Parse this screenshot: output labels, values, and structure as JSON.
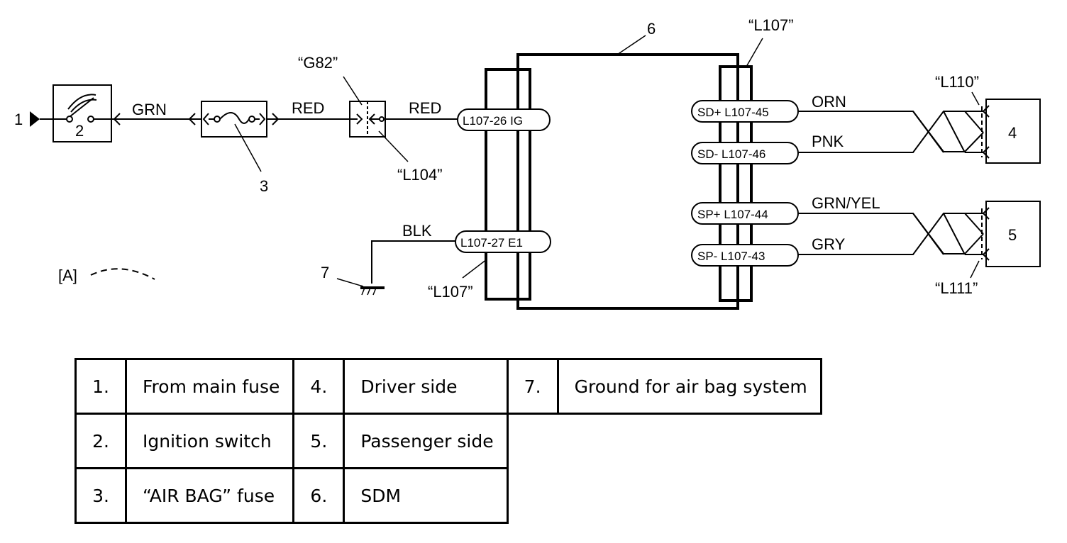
{
  "diagram": {
    "callouts": {
      "c1": "1",
      "c2": "2",
      "c3": "3",
      "c4": "4",
      "c5": "5",
      "c6": "6",
      "c7": "7"
    },
    "wires": {
      "grn": "GRN",
      "red_left": "RED",
      "red_right": "RED",
      "blk": "BLK",
      "orn": "ORN",
      "pnk": "PNK",
      "grn_yel": "GRN/YEL",
      "gry": "GRY"
    },
    "connectors": {
      "g82": "“G82”",
      "l104": "“L104”",
      "l107_top": "“L107”",
      "l107_bottom": "“L107”",
      "l110": "“L110”",
      "l111": "“L111”"
    },
    "pins": {
      "ig": "L107-26  IG",
      "e1": "L107-27  E1",
      "sd_plus": "SD+ L107-45",
      "sd_minus": "SD-  L107-46",
      "sp_plus": "SP+ L107-44",
      "sp_minus": "SP-  L107-43"
    },
    "shield_legend": "[A]"
  },
  "legend": [
    [
      {
        "num": "1.",
        "desc": "From main fuse"
      },
      {
        "num": "4.",
        "desc": "Driver side"
      },
      {
        "num": "7.",
        "desc": "Ground for air bag system"
      }
    ],
    [
      {
        "num": "2.",
        "desc": "Ignition switch"
      },
      {
        "num": "5.",
        "desc": "Passenger side"
      }
    ],
    [
      {
        "num": "3.",
        "desc": "“AIR BAG” fuse"
      },
      {
        "num": "6.",
        "desc": "SDM"
      }
    ]
  ]
}
